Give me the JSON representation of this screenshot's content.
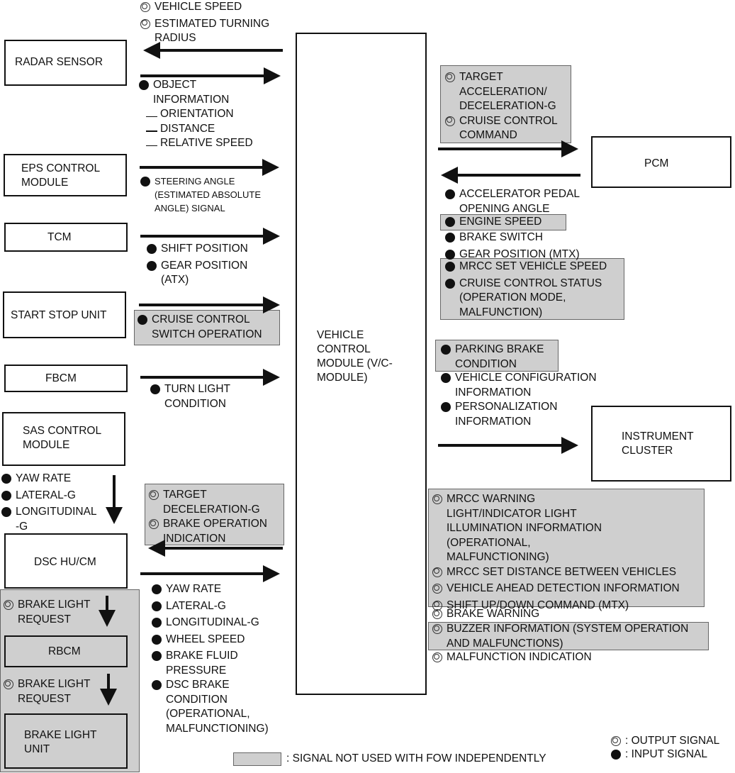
{
  "legend": {
    "gray_meaning": ": SIGNAL NOT USED WITH FOW INDEPENDENTLY",
    "output_label": ": OUTPUT SIGNAL",
    "input_label": ": INPUT SIGNAL",
    "output_marker": "double-circle-icon",
    "input_marker": "filled-circle-icon"
  },
  "center_module": {
    "label": "VEHICLE\nCONTROL\nMODULE (V/C-\nMODULE)"
  },
  "modules": {
    "radar": "RADAR SENSOR",
    "eps": "EPS CONTROL\nMODULE",
    "tcm": "TCM",
    "ssu": "START STOP UNIT",
    "fbcm": "FBCM",
    "sas": "SAS CONTROL\nMODULE",
    "dsc": "DSC HU/CM",
    "rbcm": "RBCM",
    "brake_light_unit": "BRAKE LIGHT\nUNIT",
    "pcm": "PCM",
    "instrument_cluster": "INSTRUMENT\nCLUSTER"
  },
  "signals": {
    "to_radar": [
      {
        "type": "output",
        "text": "VEHICLE SPEED"
      },
      {
        "type": "output",
        "text": "ESTIMATED TURNING\nRADIUS"
      }
    ],
    "from_radar": [
      {
        "type": "input",
        "text": "OBJECT\nINFORMATION"
      },
      {
        "type": "dash",
        "text": "ORIENTATION"
      },
      {
        "type": "dash",
        "text": "DISTANCE"
      },
      {
        "type": "dash",
        "text": "RELATIVE SPEED"
      }
    ],
    "from_eps": [
      {
        "type": "input",
        "text": "STEERING ANGLE\n(ESTIMATED ABSOLUTE\nANGLE) SIGNAL"
      }
    ],
    "from_tcm": [
      {
        "type": "input",
        "text": "SHIFT POSITION"
      },
      {
        "type": "input",
        "text": "GEAR POSITION\n(ATX)"
      }
    ],
    "from_ssu": [
      {
        "type": "input",
        "text": "CRUISE CONTROL\nSWITCH OPERATION"
      }
    ],
    "from_fbcm": [
      {
        "type": "input",
        "text": "TURN LIGHT\nCONDITION"
      }
    ],
    "sas_to_dsc": [
      {
        "type": "input",
        "text": "YAW RATE"
      },
      {
        "type": "input",
        "text": "LATERAL-G"
      },
      {
        "type": "input",
        "text": "LONGITUDINAL\n-G"
      }
    ],
    "to_dsc": [
      {
        "type": "output",
        "text": "TARGET\nDECELERATION-G"
      },
      {
        "type": "output",
        "text": "BRAKE OPERATION\nINDICATION"
      }
    ],
    "from_dsc": [
      {
        "type": "input",
        "text": "YAW RATE"
      },
      {
        "type": "input",
        "text": "LATERAL-G"
      },
      {
        "type": "input",
        "text": "LONGITUDINAL-G"
      },
      {
        "type": "input",
        "text": "WHEEL SPEED"
      },
      {
        "type": "input",
        "text": "BRAKE FLUID\nPRESSURE"
      },
      {
        "type": "input",
        "text": "DSC BRAKE\nCONDITION\n(OPERATIONAL,\nMALFUNCTIONING)"
      }
    ],
    "dsc_to_rbcm": [
      {
        "type": "output",
        "text": "BRAKE LIGHT\nREQUEST"
      }
    ],
    "rbcm_to_unit": [
      {
        "type": "output",
        "text": "BRAKE LIGHT\nREQUEST"
      }
    ],
    "to_pcm": [
      {
        "type": "output",
        "text": "TARGET\nACCELERATION/\nDECELERATION-G"
      },
      {
        "type": "output",
        "text": "CRUISE CONTROL\nCOMMAND"
      }
    ],
    "from_pcm_1": [
      {
        "type": "input",
        "text": "ACCELERATOR PEDAL\nOPENING ANGLE"
      }
    ],
    "from_pcm_2": [
      {
        "type": "input",
        "text": "ENGINE SPEED"
      }
    ],
    "from_pcm_3": [
      {
        "type": "input",
        "text": "BRAKE SWITCH"
      },
      {
        "type": "input",
        "text": "GEAR POSITION (MTX)"
      }
    ],
    "from_pcm_4": [
      {
        "type": "input",
        "text": "MRCC SET VEHICLE SPEED"
      },
      {
        "type": "input",
        "text": "CRUISE CONTROL STATUS\n(OPERATION MODE,\nMALFUNCTION)"
      }
    ],
    "ic_1": [
      {
        "type": "input",
        "text": "PARKING BRAKE\nCONDITION"
      }
    ],
    "ic_2": [
      {
        "type": "input",
        "text": "VEHICLE CONFIGURATION\nINFORMATION"
      },
      {
        "type": "input",
        "text": "PERSONALIZATION\nINFORMATION"
      }
    ],
    "to_ic_1": [
      {
        "type": "output",
        "text": "MRCC WARNING\nLIGHT/INDICATOR LIGHT\nILLUMINATION INFORMATION\n(OPERATIONAL,\nMALFUNCTIONING)"
      },
      {
        "type": "output",
        "text": "MRCC SET DISTANCE BETWEEN VEHICLES"
      },
      {
        "type": "output",
        "text": "VEHICLE AHEAD DETECTION INFORMATION"
      },
      {
        "type": "output",
        "text": "SHIFT UP/DOWN COMMAND (MTX)"
      }
    ],
    "to_ic_2": [
      {
        "type": "output",
        "text": "BRAKE WARNING"
      }
    ],
    "to_ic_3": [
      {
        "type": "output",
        "text": "BUZZER INFORMATION (SYSTEM OPERATION\nAND MALFUNCTIONS)"
      }
    ],
    "to_ic_4": [
      {
        "type": "output",
        "text": "MALFUNCTION INDICATION"
      }
    ]
  }
}
